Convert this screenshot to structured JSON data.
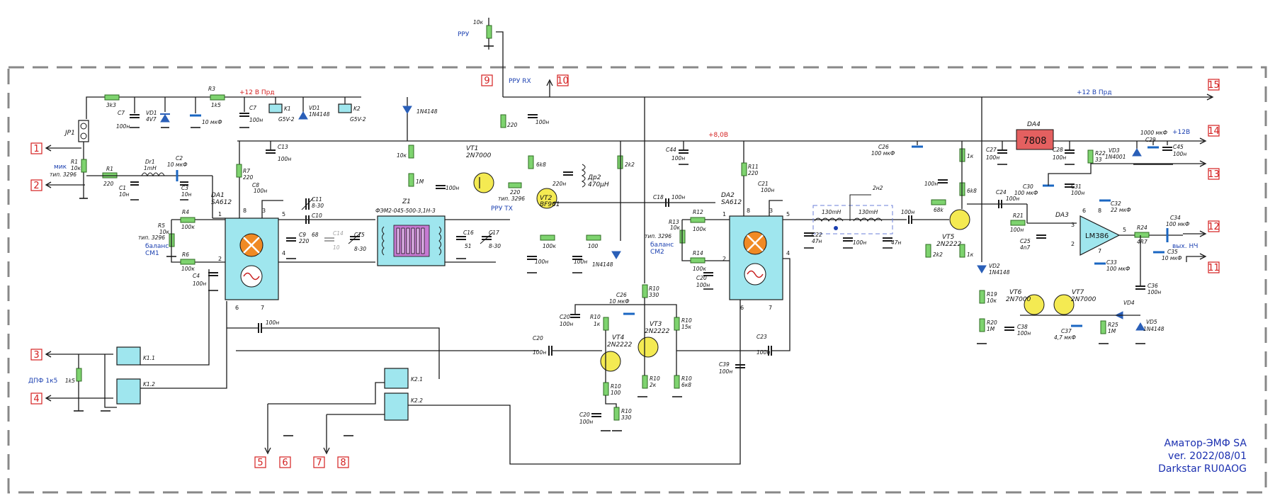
{
  "title_block": {
    "line1": "Аматор-ЭМФ SA",
    "line2": "ver. 2022/08/01",
    "line3": "Darkstar RU0AOG"
  },
  "terminals": [
    "1",
    "2",
    "3",
    "4",
    "5",
    "6",
    "7",
    "8",
    "9",
    "10",
    "11",
    "12",
    "13",
    "14",
    "15"
  ],
  "signal_labels": {
    "mic": "мик",
    "dpf": "ДПФ 1к5",
    "rru": "РРУ",
    "rru_rx": "РРУ RX",
    "rru_tx": "РРУ TX",
    "plus12_tx_top": "+12 В Прд",
    "plus12_tx_right": "+12 В Прд",
    "plus8": "+8,0В",
    "plus12": "+12В",
    "out_lf": "вых. НЧ",
    "balance1": "баланс",
    "balance1b": "СМ1",
    "balance2": "баланс",
    "balance2b": "СМ2"
  },
  "components": {
    "jp1": "JP1",
    "r1a": "R1",
    "r1a_v": "10к",
    "r1a_t": "тип. 3296",
    "r1b": "R1",
    "r1b_v": "220",
    "r3k3": "3k3",
    "r3": "R3",
    "r3_v": "1k5",
    "c7": "C7",
    "c7_v": "100н",
    "vd1": "VD1",
    "vd1_v": "4V7",
    "c10u": "10 мкФ",
    "c7b": "C7",
    "c7b_v": "100н",
    "k1": "K1",
    "k1_v": "G5V-2",
    "vd1b": "VD1",
    "vd1b_v": "1N4148",
    "k2": "K2",
    "k2_v": "G5V-2",
    "dr1": "Dr1",
    "dr1_v": "1mH",
    "c2": "C2",
    "c2_v": "10 мкФ",
    "c1": "C1",
    "c1_v": "10н",
    "c3": "C3",
    "c3_v": "10н",
    "r7": "R7",
    "r7_v": "220",
    "c13": "C13",
    "c13_v": "100н",
    "d1n": "1N4148",
    "r10k": "10к",
    "r1m": "1M",
    "c100n_a": "100н",
    "vt1": "VT1",
    "vt1_v": "2N7000",
    "r220": "220",
    "c100n_b": "100н",
    "r10k_top": "10к",
    "rru_pot": "220",
    "rru_pot_t": "тип. 3296",
    "r6k8": "6k8",
    "vt2": "VT2",
    "vt2_v": "BF961",
    "c220n": "220н",
    "dr2": "Др2",
    "dr2_v": "470µH",
    "r2k2": "2k2",
    "r100k": "100к",
    "r100": "100",
    "c100n_c": "100н",
    "c100n_d": "100н",
    "d1n4148b": "1N4148",
    "c100n_e": "100н",
    "da1": "DA1",
    "da1_v": "SA612",
    "c8": "C8",
    "c8_v": "100н",
    "r5": "R5",
    "r5_v": "10к",
    "r5_t": "тип. 3296",
    "r4": "R4",
    "r4_v": "100к",
    "r6": "R6",
    "r6_v": "100к",
    "c4": "C4",
    "c4_v": "100н",
    "c11": "C11",
    "c11_v": "8-30",
    "c10": "C10",
    "c9": "C9",
    "c9_v": "220",
    "c10_v": "68",
    "c14": "C14",
    "c14_v": "10",
    "c15": "C15",
    "c15_v": "8-30",
    "z1": "Z1",
    "z1_v": "ФЭМ2-045-500-3,1Н-3",
    "c16": "C16",
    "c16_v": "51",
    "c17": "C17",
    "c17_v": "8-30",
    "c18": "C18",
    "c18_v": "100н",
    "c44": "C44",
    "c44_v": "100н",
    "r11": "R11",
    "r11_v": "220",
    "c21": "C21",
    "c21_v": "100н",
    "da2": "DA2",
    "da2_v": "SA612",
    "r13": "R13",
    "r13_v": "10к",
    "r13_t": "тип. 3296",
    "r12": "R12",
    "r12_v": "100к",
    "r14": "R14",
    "r14_v": "100к",
    "c20a": "C20",
    "c20a_v": "100н",
    "l130a": "130mH",
    "l130b": "130mH",
    "c2n2": "2н2",
    "c22": "C22",
    "c22_v": "47н",
    "c100n_f": "100н",
    "c47n": "47н",
    "c100n_g": "100н",
    "c26": "C26",
    "c26_v": "100 мкФ",
    "vt5": "VT5",
    "vt5_v": "2N2222",
    "r68k": "68k",
    "r1k_a": "1к",
    "r6k8b": "6k8",
    "c100n_h": "100н",
    "r2k2b": "2k2",
    "r1k_b": "1к",
    "c24": "C24",
    "c24_v": "100н",
    "da4": "DA4",
    "da4_v": "7808",
    "c27": "C27",
    "c27_v": "100н",
    "c28": "C28",
    "c28_v": "100н",
    "r22": "R22",
    "r22_v": "33",
    "vd3": "VD3",
    "vd3_v": "1N4001",
    "c29": "C29",
    "c29_v": "1000 мкФ",
    "c45": "C45",
    "c45_v": "100н",
    "c30": "C30",
    "c30_v": "100 мкФ",
    "c31": "C31",
    "c31_v": "100н",
    "r21": "R21",
    "r21_v": "100н",
    "c25": "C25",
    "c25_v": "4n7",
    "da3": "DA3",
    "da3_v": "LM386",
    "c32": "C32",
    "c32_v": "22 мкФ",
    "c33": "C33",
    "c33_v": "100 мкФ",
    "r24": "R24",
    "r24_v": "4R7",
    "c34": "C34",
    "c34_v": "100 мкФ",
    "c35": "C35",
    "c35_v": "10 мкФ",
    "vd2": "VD2",
    "vd2_v": "1N4148",
    "r19": "R19",
    "r19_v": "10к",
    "r20": "R20",
    "r20_v": "1M",
    "c38": "C38",
    "c38_v": "100н",
    "vt6": "VT6",
    "vt6_v": "2N7000",
    "vt7": "VT7",
    "vt7_v": "2N7000",
    "c37": "C37",
    "c37_v": "4,7 мкФ",
    "r25": "R25",
    "r25_v": "1M",
    "vd4": "VD4",
    "vd5": "VD5",
    "vd5_v": "1N4148",
    "c36": "C36",
    "c36_v": "100н",
    "r1k5": "1k5",
    "k11": "K1.1",
    "k12": "K1.2",
    "k21": "K2.1",
    "k22": "K2.2",
    "c100n_i": "100н",
    "c20b": "C20",
    "c20b_v": "100н",
    "c20c": "C20",
    "c20c_v": "100н",
    "c23": "C23",
    "c23_v": "100н",
    "c39": "C39",
    "c39_v": "100н",
    "vt4": "VT4",
    "vt4_v": "2N2222",
    "vt3": "VT3",
    "vt3_v": "2N2222",
    "c26b": "C26",
    "c26b_v": "10 мкФ",
    "r10a": "R10",
    "r10a_v": "1к",
    "r10b": "R10",
    "r10b_v": "330",
    "r10c": "R10",
    "r10c_v": "15к",
    "r10d": "R10",
    "r10d_v": "100",
    "r10e": "R10",
    "r10e_v": "2к",
    "r10f": "R10",
    "r10f_v": "6к8",
    "r10g": "R10",
    "r10g_v": "330",
    "c20d": "C20",
    "c20d_v": "100н",
    "c20e": "C20",
    "c20e_v": "100н"
  },
  "pins": {
    "p1": "1",
    "p2": "2",
    "p3": "3",
    "p4": "4",
    "p5": "5",
    "p6": "6",
    "p7": "7",
    "p8": "8"
  }
}
